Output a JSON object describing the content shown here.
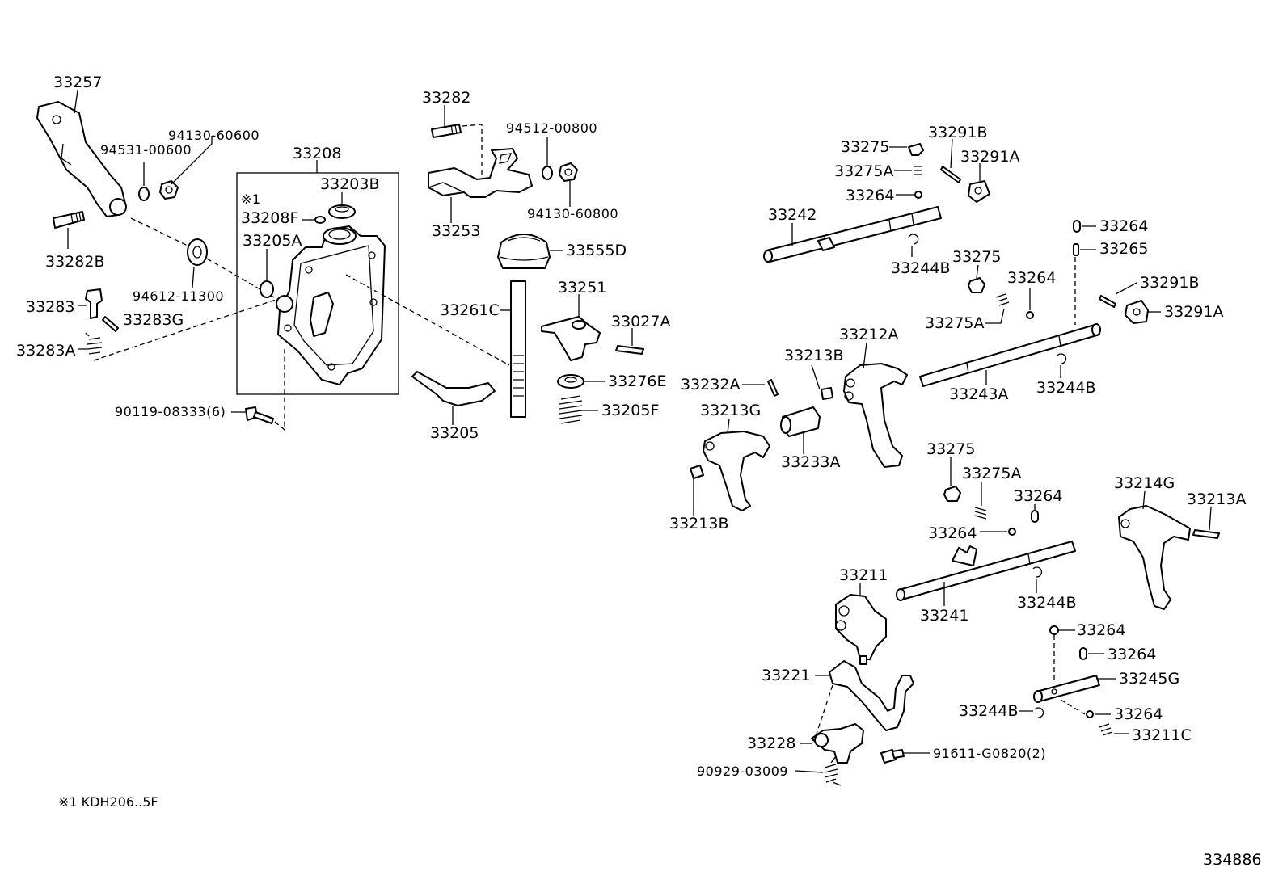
{
  "labels": {
    "p33257": "33257",
    "p94130_60600": "94130-60600",
    "p94531_00600": "94531-00600",
    "p33208": "33208",
    "p33203B": "33203B",
    "note_mark": "※1",
    "p33208F": "33208F",
    "p33205A": "33205A",
    "p33282B": "33282B",
    "p94612_11300": "94612-11300",
    "p33283": "33283",
    "p33283G": "33283G",
    "p33283A": "33283A",
    "p90119_08333": "90119-08333(6)",
    "p33282": "33282",
    "p94512_00800": "94512-00800",
    "p94130_60800": "94130-60800",
    "p33253": "33253",
    "p33555D": "33555D",
    "p33251": "33251",
    "p33261C": "33261C",
    "p33027A": "33027A",
    "p33276E": "33276E",
    "p33205F": "33205F",
    "p33205": "33205",
    "p33275_a": "33275",
    "p33291B_a": "33291B",
    "p33275A_a": "33275A",
    "p33291A_a": "33291A",
    "p33264_a": "33264",
    "p33242": "33242",
    "p33244B_a": "33244B",
    "p33264_b": "33264",
    "p33265": "33265",
    "p33275_b": "33275",
    "p33264_c": "33264",
    "p33291B_b": "33291B",
    "p33291A_b": "33291A",
    "p33275A_b": "33275A",
    "p33212A": "33212A",
    "p33213B_a": "33213B",
    "p33232A": "33232A",
    "p33243A": "33243A",
    "p33244B_b": "33244B",
    "p33213G": "33213G",
    "p33233A": "33233A",
    "p33213B_b": "33213B",
    "p33275_c": "33275",
    "p33275A_c": "33275A",
    "p33264_d": "33264",
    "p33214G": "33214G",
    "p33213A": "33213A",
    "p33264_e": "33264",
    "p33241": "33241",
    "p33244B_c": "33244B",
    "p33211": "33211",
    "p33264_f": "33264",
    "p33264_g": "33264",
    "p33221": "33221",
    "p33245G": "33245G",
    "p33244B_d": "33244B",
    "p33264_h": "33264",
    "p33211C": "33211C",
    "p33228": "33228",
    "p91611_G0820": "91611-G0820(2)",
    "p90929_03009": "90929-03009"
  },
  "footnote": "※1 KDH206..5F",
  "reference_number": "334886"
}
